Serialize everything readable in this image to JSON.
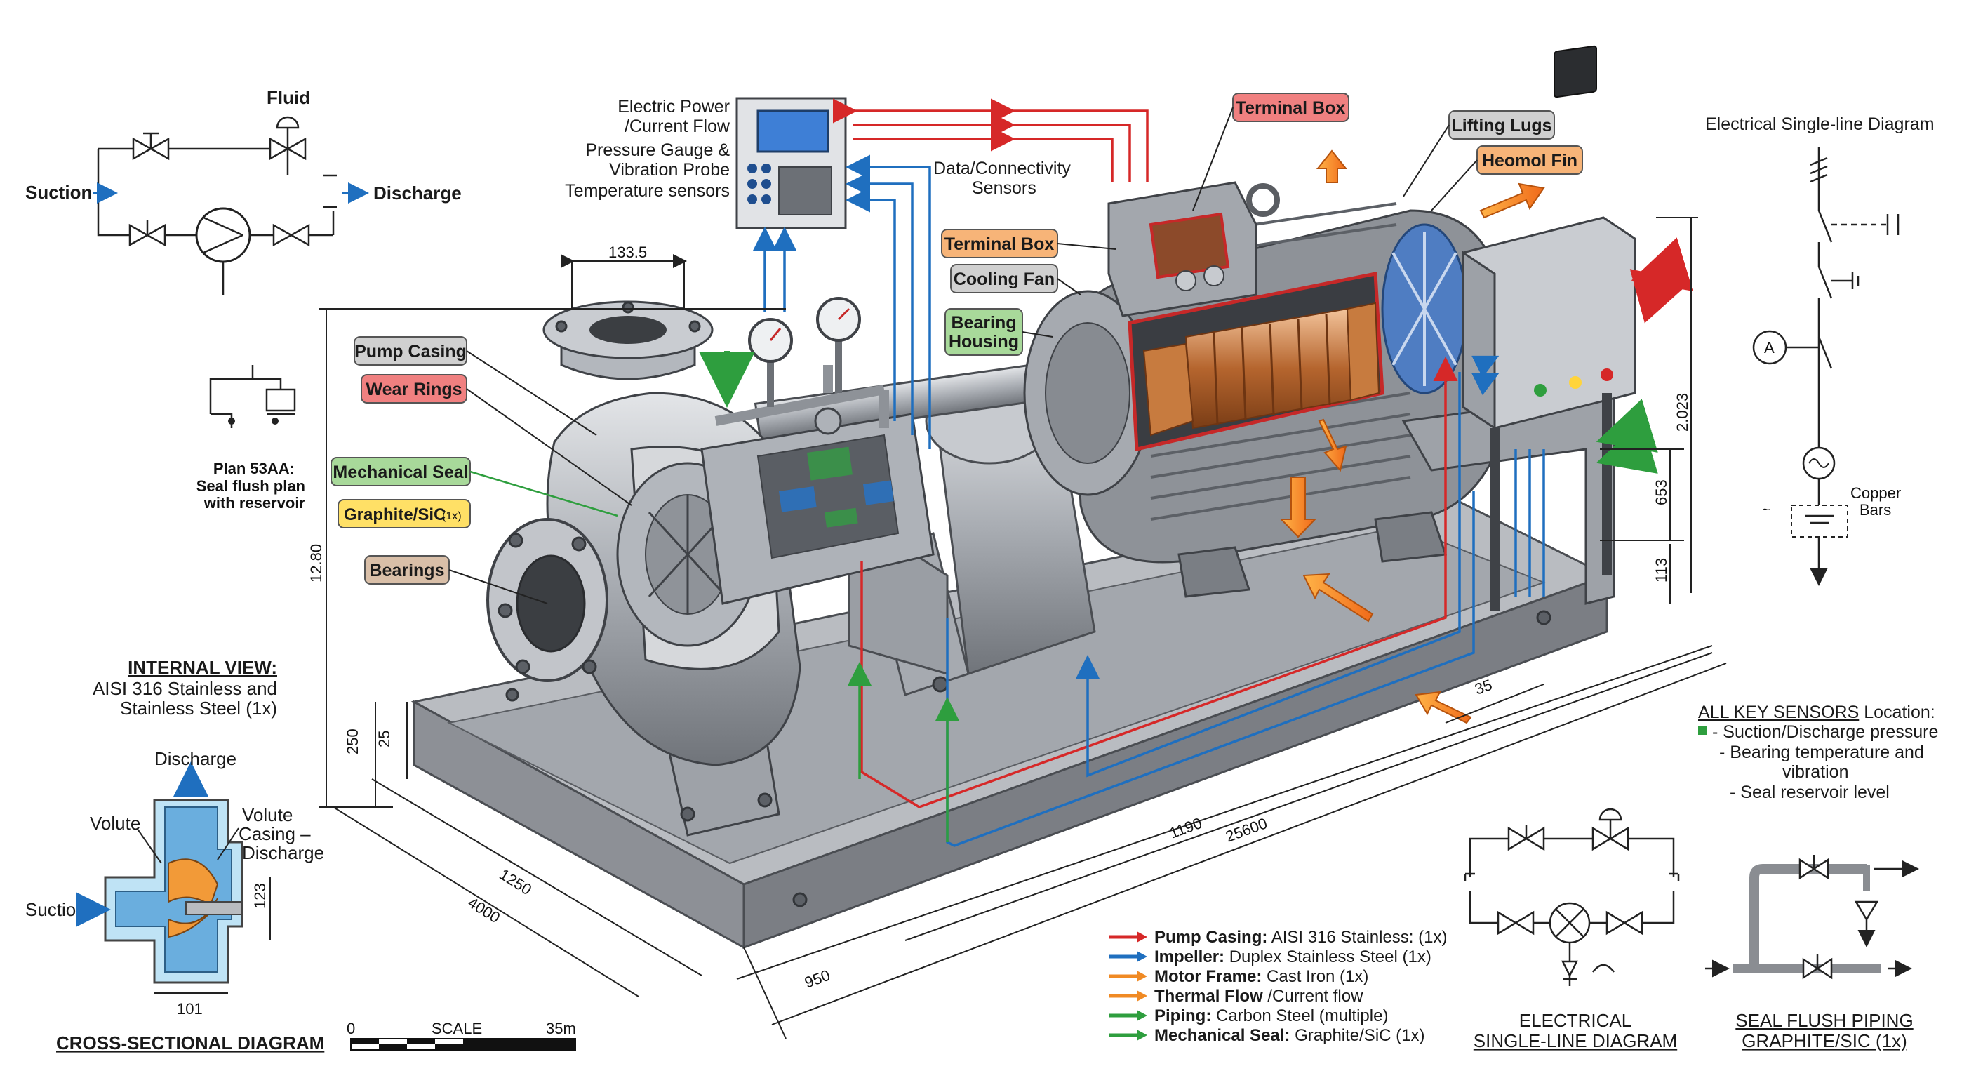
{
  "top_left_schematic": {
    "fluid": "Fluid",
    "suction": "Suction",
    "discharge": "Discharge"
  },
  "controller_labels": {
    "electric_power": "Electric Power",
    "current_flow": "/Current Flow",
    "pressure_gauge": "Pressure Gauge &",
    "vibration_probe": "Vibration Probe",
    "temperature_sensors": "Temperature sensors",
    "data_connectivity_1": "Data/Connectivity",
    "data_connectivity_2": "Sensors"
  },
  "callouts": {
    "pump_casing": "Pump Casing",
    "wear_rings": "Wear Rings",
    "mechanical_seal": "Mechanical Seal",
    "graphite_sic": "Graphite/SiC",
    "graphite_sic_badge": "(1x)",
    "bearings": "Bearings",
    "terminal_box_top": "Terminal Box",
    "terminal_box_mid": "Terminal Box",
    "cooling_fan": "Cooling Fan",
    "bearing_housing_1": "Bearing",
    "bearing_housing_2": "Housing",
    "lifting_lugs": "Lifting Lugs",
    "heomol_fin": "Heomol Fin"
  },
  "plan53": {
    "line1": "Plan 53AA:",
    "line2": "Seal flush plan",
    "line3": "with reservoir"
  },
  "internal_view": {
    "title": "INTERNAL VIEW:",
    "line1": "AISI 316 Stainless and",
    "line2": "Stainless Steel (1x)"
  },
  "cross_section": {
    "discharge": "Discharge",
    "volute": "Volute",
    "volute_casing_1": "Volute",
    "volute_casing_2": "Casing –",
    "volute_casing_3": "Discharge",
    "suction": "Suction",
    "dim_123": "123",
    "dim_101": "101",
    "title": "CROSS-SECTIONAL DIAGRAM"
  },
  "dimensions": {
    "flange": "133.5",
    "height_left": "12.80",
    "d250": "250",
    "d25": "25",
    "d1250": "1250",
    "d4000": "4000",
    "d950": "950",
    "d1190": "1190",
    "d25600": "25600",
    "d35": "35",
    "d2023": "2.023",
    "d653": "653",
    "d113": "113"
  },
  "scale": {
    "zero": "0",
    "label": "SCALE",
    "end": "35m"
  },
  "electrical_diagram": {
    "title": "Electrical Single-line Diagram",
    "ammeter": "A",
    "copper_1": "Copper",
    "copper_2": "Bars"
  },
  "key_sensors": {
    "title_underlined": "ALL KEY SENSORS",
    "title_rest": " Location:",
    "item1": "- Suction/Discharge pressure",
    "item2": "- Bearing temperature and",
    "item2b": "vibration",
    "item3": "- Seal reservoir level"
  },
  "legend": [
    {
      "bold": "Pump Casing:",
      "rest": " AISI 316 Stainless: (1x)",
      "color": "#d62828"
    },
    {
      "bold": "Impeller:",
      "rest": " Duplex Stainless Steel (1x)",
      "color": "#1f6fbf"
    },
    {
      "bold": "Motor Frame:",
      "rest": " Cast Iron (1x)",
      "color": "#f08a24"
    },
    {
      "bold": "Thermal Flow",
      "rest": " /Current flow",
      "color": "#f08a24"
    },
    {
      "bold": "Piping:",
      "rest": " Carbon Steel (multiple)",
      "color": "#2e9e3e"
    },
    {
      "bold": "Mechanical Seal:",
      "rest": " Graphite/SiC (1x)",
      "color": "#2e9e3e"
    }
  ],
  "bottom_titles": {
    "electrical_1": "ELECTRICAL",
    "electrical_2": "SINGLE-LINE DIAGRAM",
    "seal_1": "SEAL FLUSH PIPING",
    "seal_2": "GRAPHITE/SIC (1x)"
  },
  "colors": {
    "red": "#d62828",
    "blue": "#1f6fbf",
    "orange": "#f08a24",
    "green": "#2e9e3e",
    "callout_red": "#f08080",
    "callout_green": "#a8d99a",
    "callout_yellow": "#ffe066",
    "callout_tan": "#d9bfa8",
    "callout_orange": "#f7b478",
    "callout_gray": "#d0d0d0"
  }
}
